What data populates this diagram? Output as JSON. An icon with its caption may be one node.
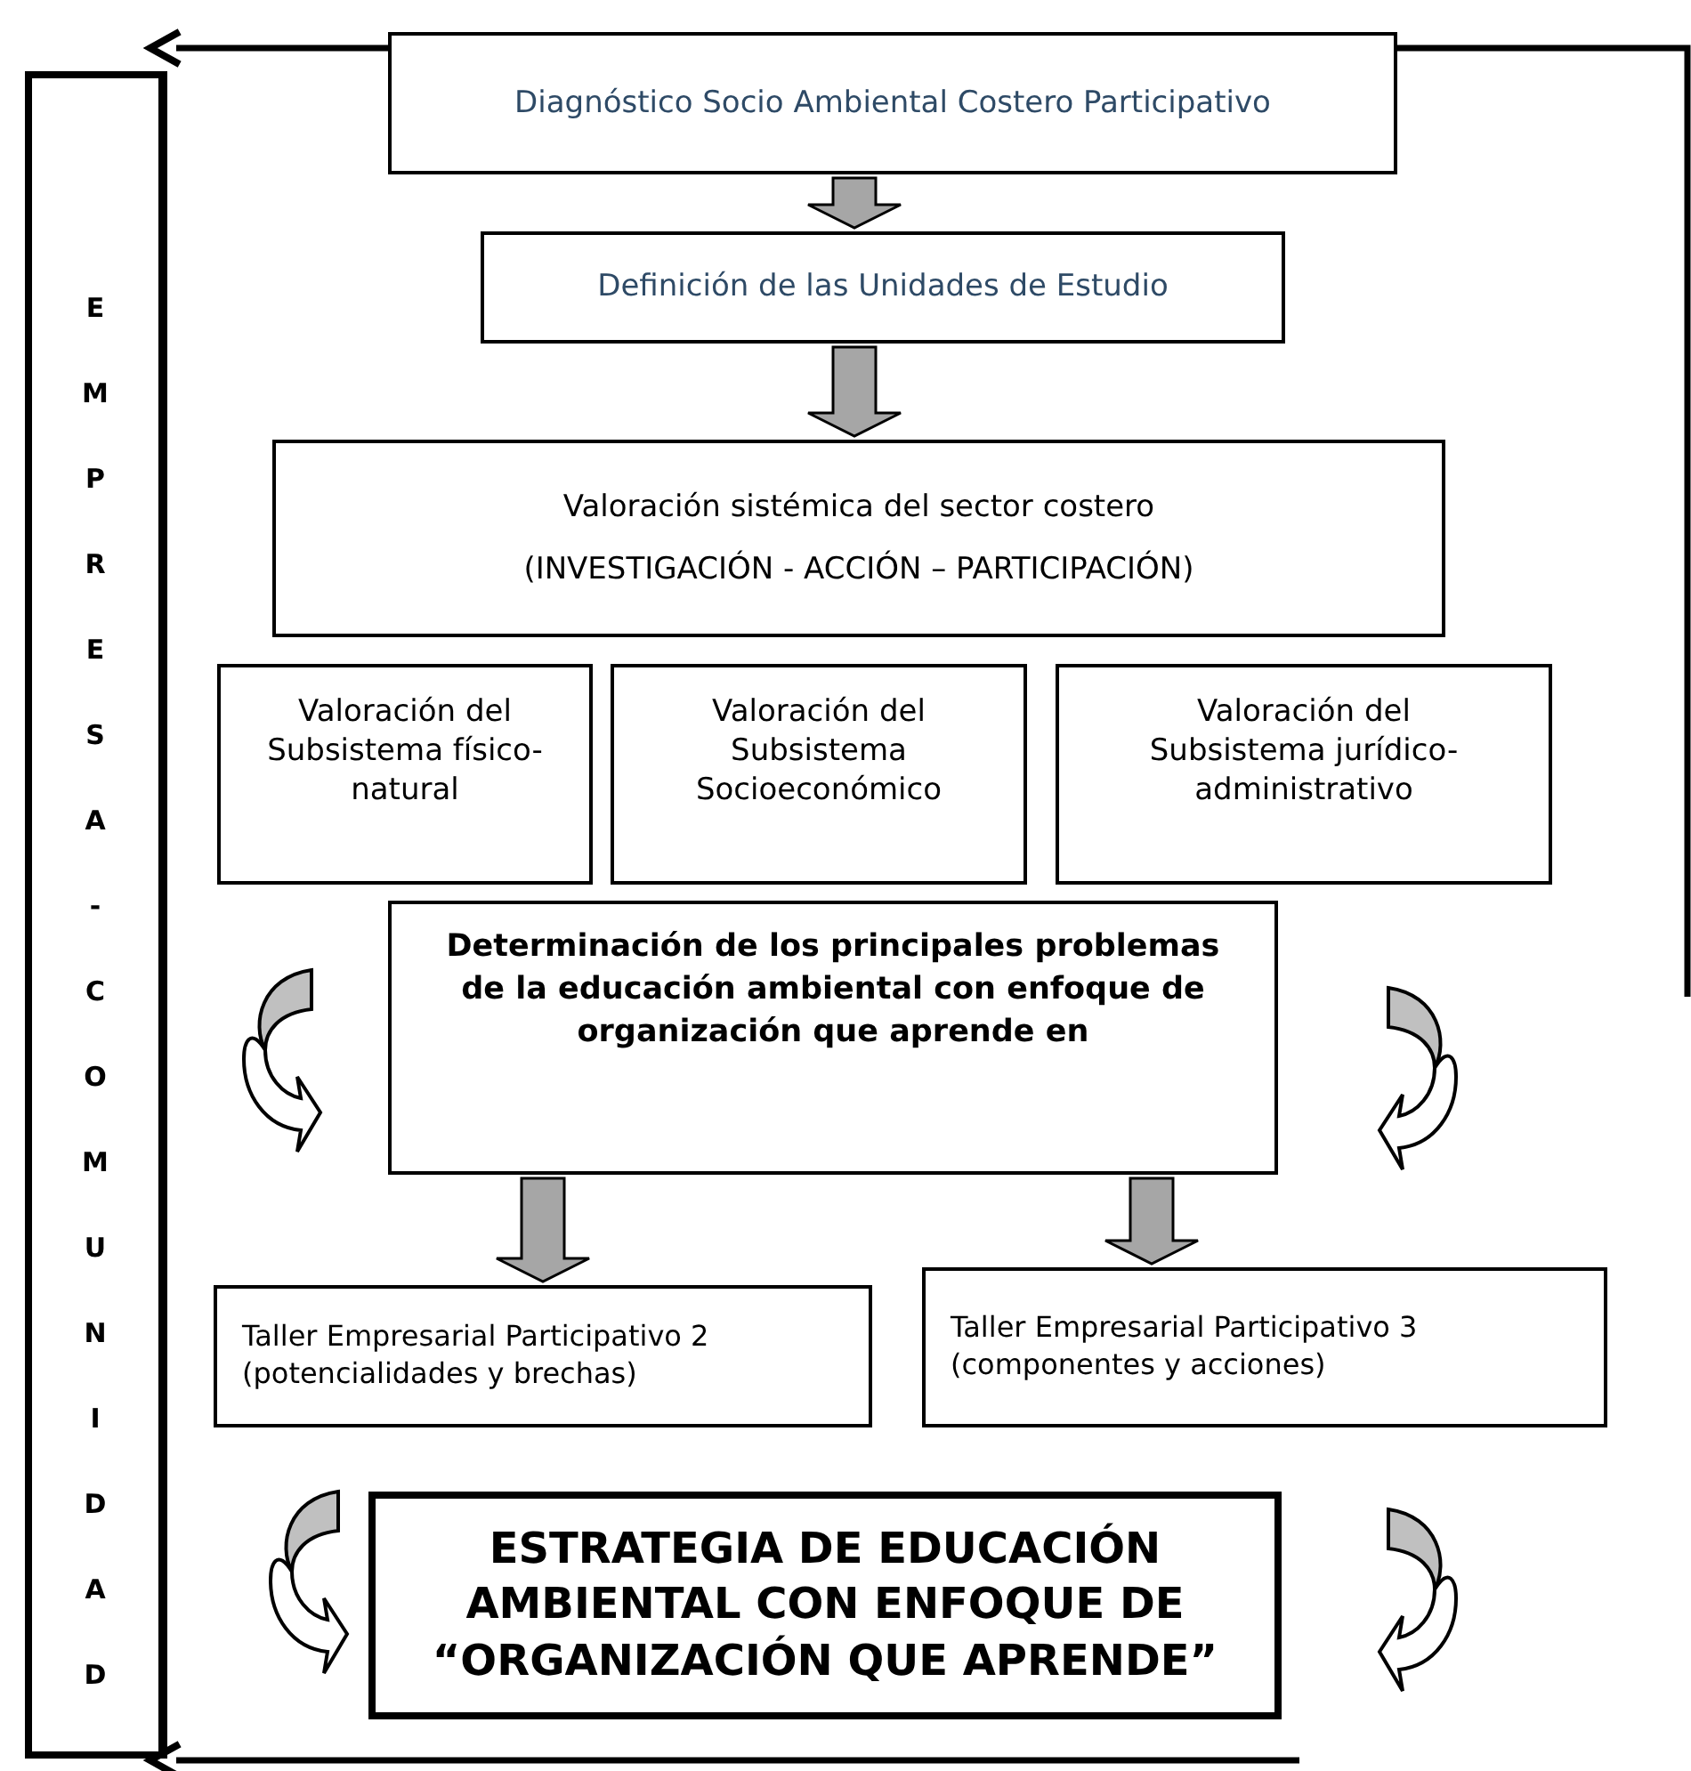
{
  "diagram": {
    "nodes": [
      {
        "text": [
          "EMPRESA-COMUNIDAD"
        ]
      },
      {
        "text": [
          "Diagnóstico Socio Ambiental Costero Participativo"
        ]
      },
      {
        "text": [
          "Definición de las Unidades de Estudio"
        ]
      },
      {
        "text": [
          "Valoración sistémica del sector costero",
          "(INVESTIGACIÓN - ACCIÓN – PARTICIPACIÓN)"
        ]
      },
      {
        "text": [
          "Valoración del Subsistema físico- natural"
        ]
      },
      {
        "text": [
          "Valoración del Subsistema Socioeconómico"
        ]
      },
      {
        "text": [
          "Valoración del Subsistema jurídico-administrativo"
        ]
      },
      {
        "text": [
          "Determinación de los principales problemas de la educación ambiental con enfoque de organización que aprende en"
        ]
      },
      {
        "text": [
          "Taller Empresarial Participativo 2 (potencialidades y brechas)"
        ]
      },
      {
        "text": [
          "Taller Empresarial Participativo 3 (componentes y acciones)"
        ]
      },
      {
        "text": [
          "ESTRATEGIA DE EDUCACIÓN AMBIENTAL CON ENFOQUE DE “ORGANIZACIÓN QUE APRENDE”"
        ]
      }
    ],
    "edges": [
      {
        "from": 1,
        "to": 2,
        "arrow": "to"
      },
      {
        "from": 2,
        "to": 3,
        "arrow": "to"
      },
      {
        "from": 7,
        "to": 8,
        "arrow": "to"
      },
      {
        "from": 7,
        "to": 9,
        "arrow": "to"
      },
      {
        "from": null,
        "to": 0,
        "arrow": "to"
      },
      {
        "from": null,
        "to": 0,
        "arrow": "to"
      }
    ]
  }
}
